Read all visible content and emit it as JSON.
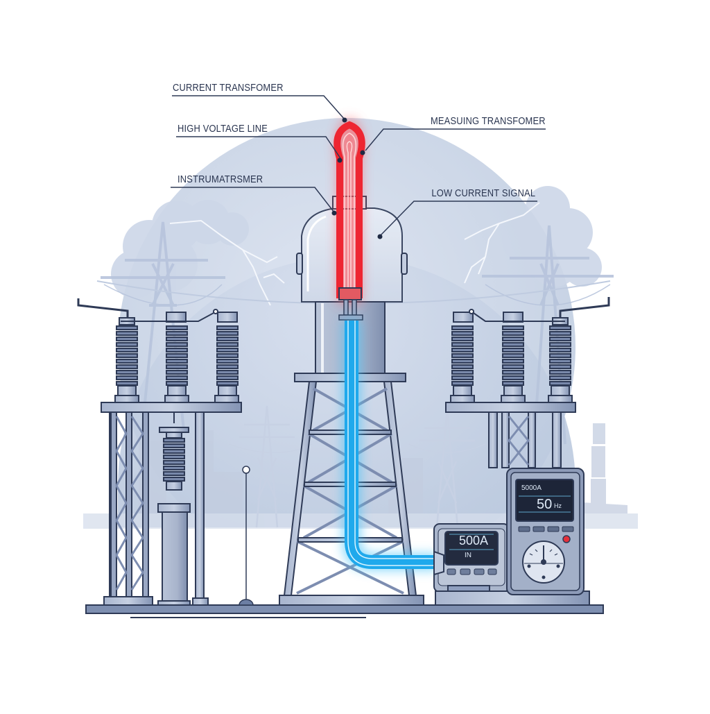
{
  "diagram": {
    "subject": "Current transformer in an electrical substation",
    "labels": {
      "current_transformer": "CURRENT TRANSFOMER",
      "high_voltage_line": "HIGH VOLTAGE LINE",
      "instrument_transformer": "INSTRUMATRSMER",
      "measuring_transformer": "MEASUING TRANSFOMER",
      "low_current_signal": "LOW CURRENT SIGNAL"
    },
    "meter_small": {
      "reading": "500A",
      "sub_reading": "IN",
      "buttons": 4
    },
    "meter_large": {
      "top_reading": "5000A",
      "main_reading": "50",
      "main_unit": "Hz",
      "indicator_color": "#e5303a"
    },
    "colors": {
      "high_current": "#ef2b36",
      "low_current": "#2fb6f0",
      "structure": "#8f9fbf",
      "outline": "#2e3a56",
      "background_circle": "#c9d4e8"
    }
  }
}
